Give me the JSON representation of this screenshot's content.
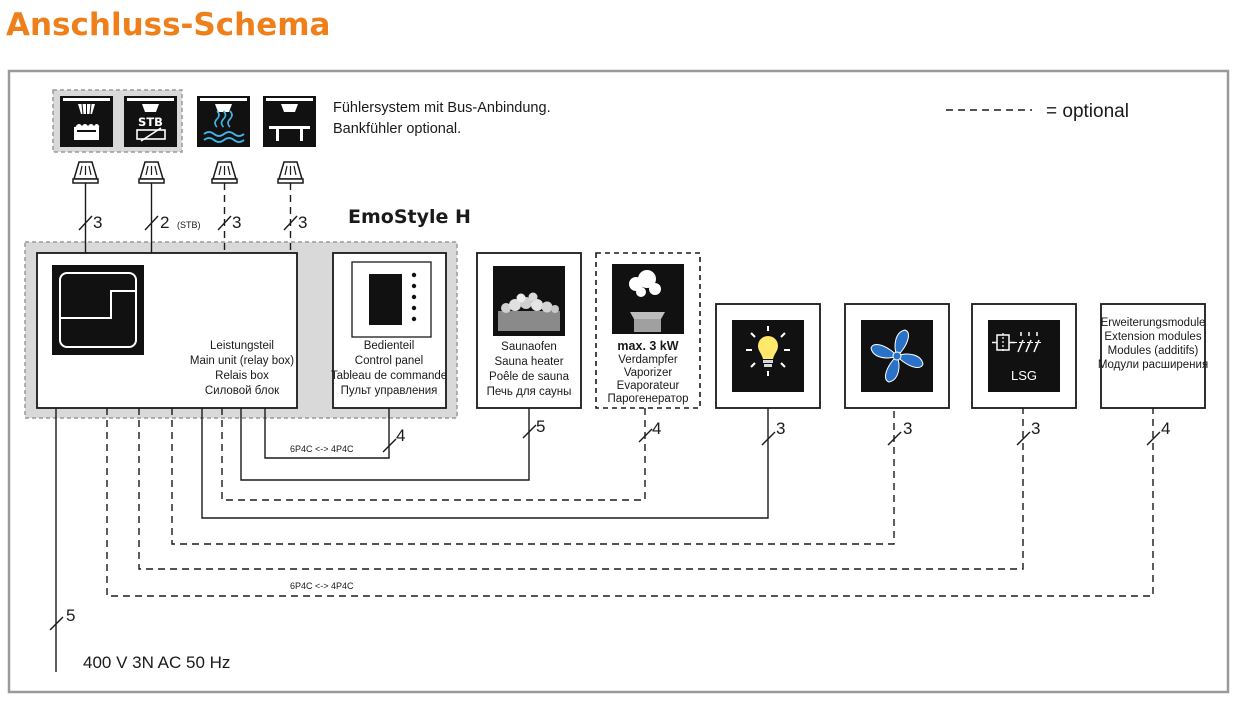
{
  "title": "Anschluss-Schema",
  "legend": {
    "dash_sample": "- - - - -",
    "text": "= optional"
  },
  "sensors": {
    "note_line1": "Fühlersystem mit Bus-Anbindung.",
    "note_line2": "Bankfühler optional.",
    "stb_label": "STB",
    "wires": [
      {
        "count": "3",
        "extra": ""
      },
      {
        "count": "2",
        "extra": "(STB)"
      },
      {
        "count": "3",
        "extra": ""
      },
      {
        "count": "3",
        "extra": ""
      }
    ]
  },
  "controller": {
    "name": "EmoStyle H",
    "main_unit": {
      "lines": [
        "Leistungsteil",
        "Main unit (relay box)",
        "Relais box",
        "Силовой блок"
      ]
    },
    "control_panel": {
      "lines": [
        "Bedienteil",
        "Control panel",
        "Tableau de commande",
        "Пульт управления"
      ],
      "wire_count": "4",
      "cable_label": "6P4C <-> 4P4C"
    }
  },
  "devices": {
    "sauna_heater": {
      "lines": [
        "Saunaofen",
        "Sauna heater",
        "Poêle de sauna",
        "Печь для сауны"
      ],
      "wire_count": "5"
    },
    "vaporizer": {
      "max_label": "max. 3 kW",
      "lines": [
        "Verdampfer",
        "Vaporizer",
        "Evaporateur",
        "Парогенератор"
      ],
      "wire_count": "4"
    },
    "light": {
      "wire_count": "3"
    },
    "fan": {
      "wire_count": "3"
    },
    "lsg": {
      "label": "LSG",
      "wire_count": "3"
    },
    "extension": {
      "lines": [
        "Erweiterungsmodule",
        "Extension modules",
        "Modules (additifs)",
        "Модули расширения"
      ],
      "wire_count": "4",
      "cable_label": "6P4C <-> 4P4C"
    }
  },
  "power_supply": {
    "wire_count": "5",
    "label": "400 V 3N AC 50 Hz"
  },
  "colors": {
    "title_orange": "#ee7f1a",
    "frame_gray": "#9a9a9a",
    "group_fill": "#d9d9d9",
    "icon_black": "#111111",
    "lamp_yellow": "#ffe86a",
    "fan_blue": "#2a72c8",
    "water_cyan": "#3fb4e8"
  }
}
